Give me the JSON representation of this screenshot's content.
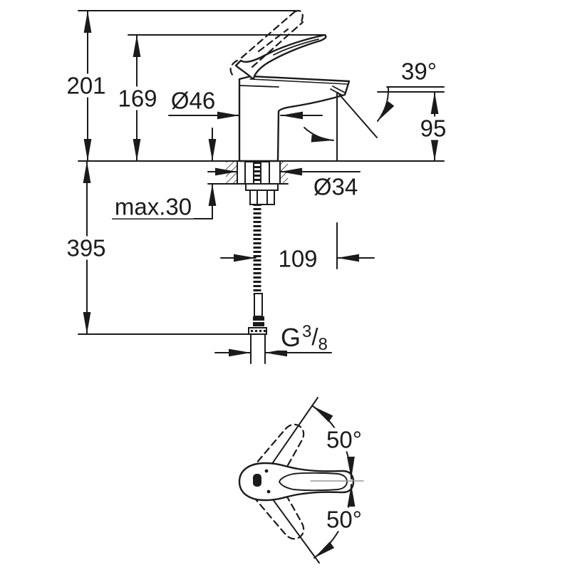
{
  "colors": {
    "line": "#1b1b1b",
    "background": "#ffffff",
    "centerline": "#9a9a9a"
  },
  "side_view": {
    "labels": {
      "total_height": "201",
      "lever_height": "169",
      "body_diameter": "Ø46",
      "stream_angle": "39°",
      "spout_height": "95",
      "max_deck_thickness": "max.30",
      "hole_diameter": "Ø34",
      "hose_length": "395",
      "spout_projection": "109",
      "thread": {
        "prefix": "G",
        "numerator": "3",
        "slash": "/",
        "denominator": "8"
      }
    }
  },
  "top_view": {
    "labels": {
      "swivel_upper": "50°",
      "swivel_lower": "50°"
    }
  }
}
